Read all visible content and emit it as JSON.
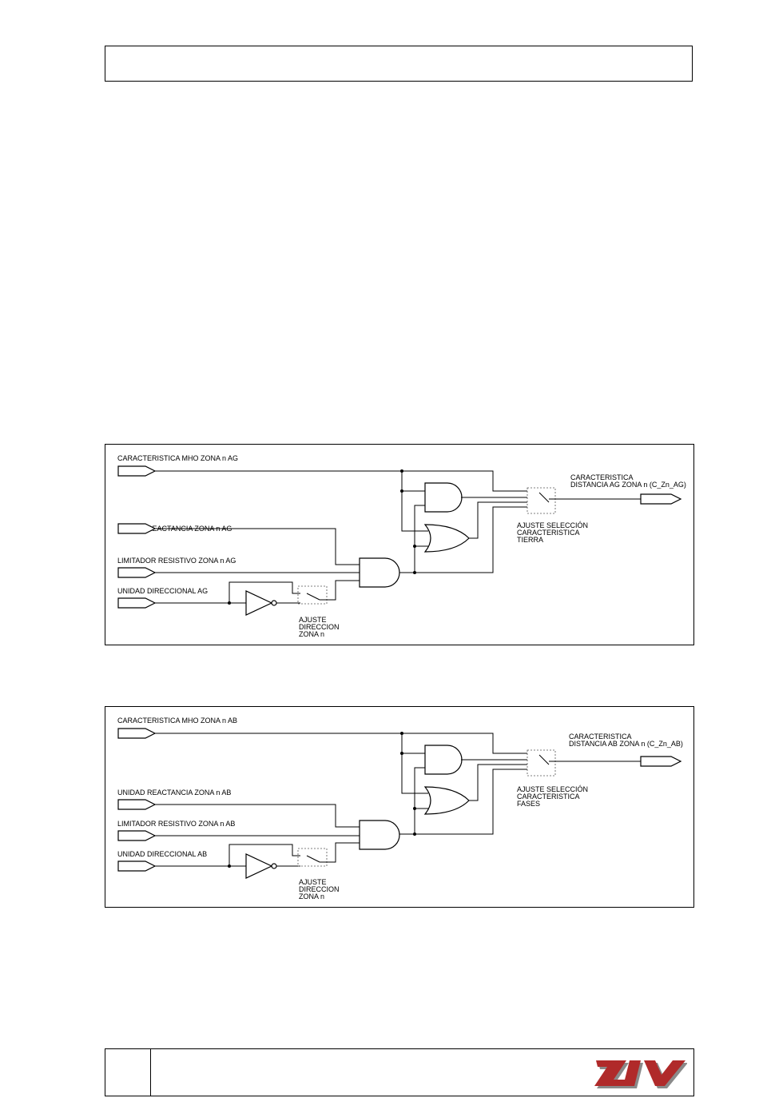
{
  "header": {
    "text": ""
  },
  "diagram_ag": {
    "in_mho": "CARACTERISTICA MHO ZONA n AG",
    "in_react": "UNIDAD REACTANCIA ZONA n AG",
    "in_limit": "LIMITADOR RESISTIVO ZONA n AG",
    "in_dir": "UNIDAD DIRECCIONAL    AG",
    "out_line1": "CARACTERISTICA",
    "out_line2": "DISTANCIA AG ZONA n (C_Zn_AG)",
    "sel_line1": "AJUSTE SELECCIÓN",
    "sel_line2": "CARACTERISTICA",
    "sel_line3": "TIERRA",
    "dir_line1": "AJUSTE",
    "dir_line2": "DIRECCION",
    "dir_line3": "ZONA n"
  },
  "diagram_ab": {
    "in_mho": "CARACTERISTICA MHO ZONA n AB",
    "in_react": "UNIDAD REACTANCIA ZONA n AB",
    "in_limit": "LIMITADOR RESISTIVO ZONA n AB",
    "in_dir": "UNIDAD DIRECCIONAL AB",
    "out_line1": "CARACTERISTICA",
    "out_line2": "DISTANCIA AB ZONA n (C_Zn_AB)",
    "sel_line1": "AJUSTE SELECCIÓN",
    "sel_line2": "CARACTERISTICA",
    "sel_line3": "FASES",
    "dir_line1": "AJUSTE",
    "dir_line2": "DIRECCION",
    "dir_line3": "ZONA n"
  },
  "footer": {
    "page_number": "",
    "logo_text": "ZIV",
    "logo_color": "#b02a2a",
    "logo_shadow": "#8a8a8a"
  }
}
